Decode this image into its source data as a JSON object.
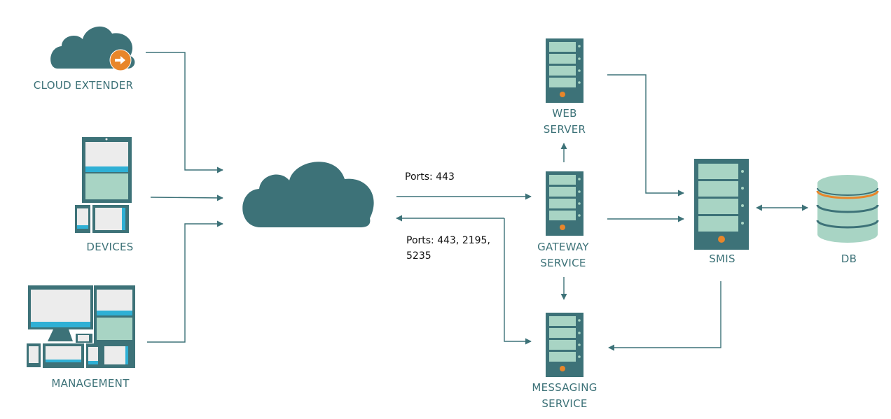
{
  "colors": {
    "primary": "#3d7278",
    "accent": "#e8862a",
    "screen": "#ececec",
    "bar": "#2fb0d5",
    "panel": "#a8d4c4"
  },
  "nodes": {
    "cloud_extender": {
      "label": "CLOUD EXTENDER",
      "icon": "cloud-arrow-icon"
    },
    "devices": {
      "label": "DEVICES",
      "icon": "devices-icon"
    },
    "management": {
      "label": "MANAGEMENT",
      "icon": "management-devices-icon"
    },
    "internet": {
      "label": "",
      "icon": "cloud-icon"
    },
    "web_server": {
      "label_line1": "WEB",
      "label_line2": "SERVER",
      "icon": "server-icon"
    },
    "gateway_service": {
      "label_line1": "GATEWAY",
      "label_line2": "SERVICE",
      "icon": "server-icon"
    },
    "messaging_service": {
      "label_line1": "MESSAGING",
      "label_line2": "SERVICE",
      "icon": "server-icon"
    },
    "smis": {
      "label": "SMIS",
      "icon": "server-icon"
    },
    "db": {
      "label": "DB",
      "icon": "database-icon"
    }
  },
  "edges": {
    "inbound_ports": "Ports: 443",
    "outbound_ports_line1": "Ports: 443, 2195,",
    "outbound_ports_line2": "5235"
  }
}
